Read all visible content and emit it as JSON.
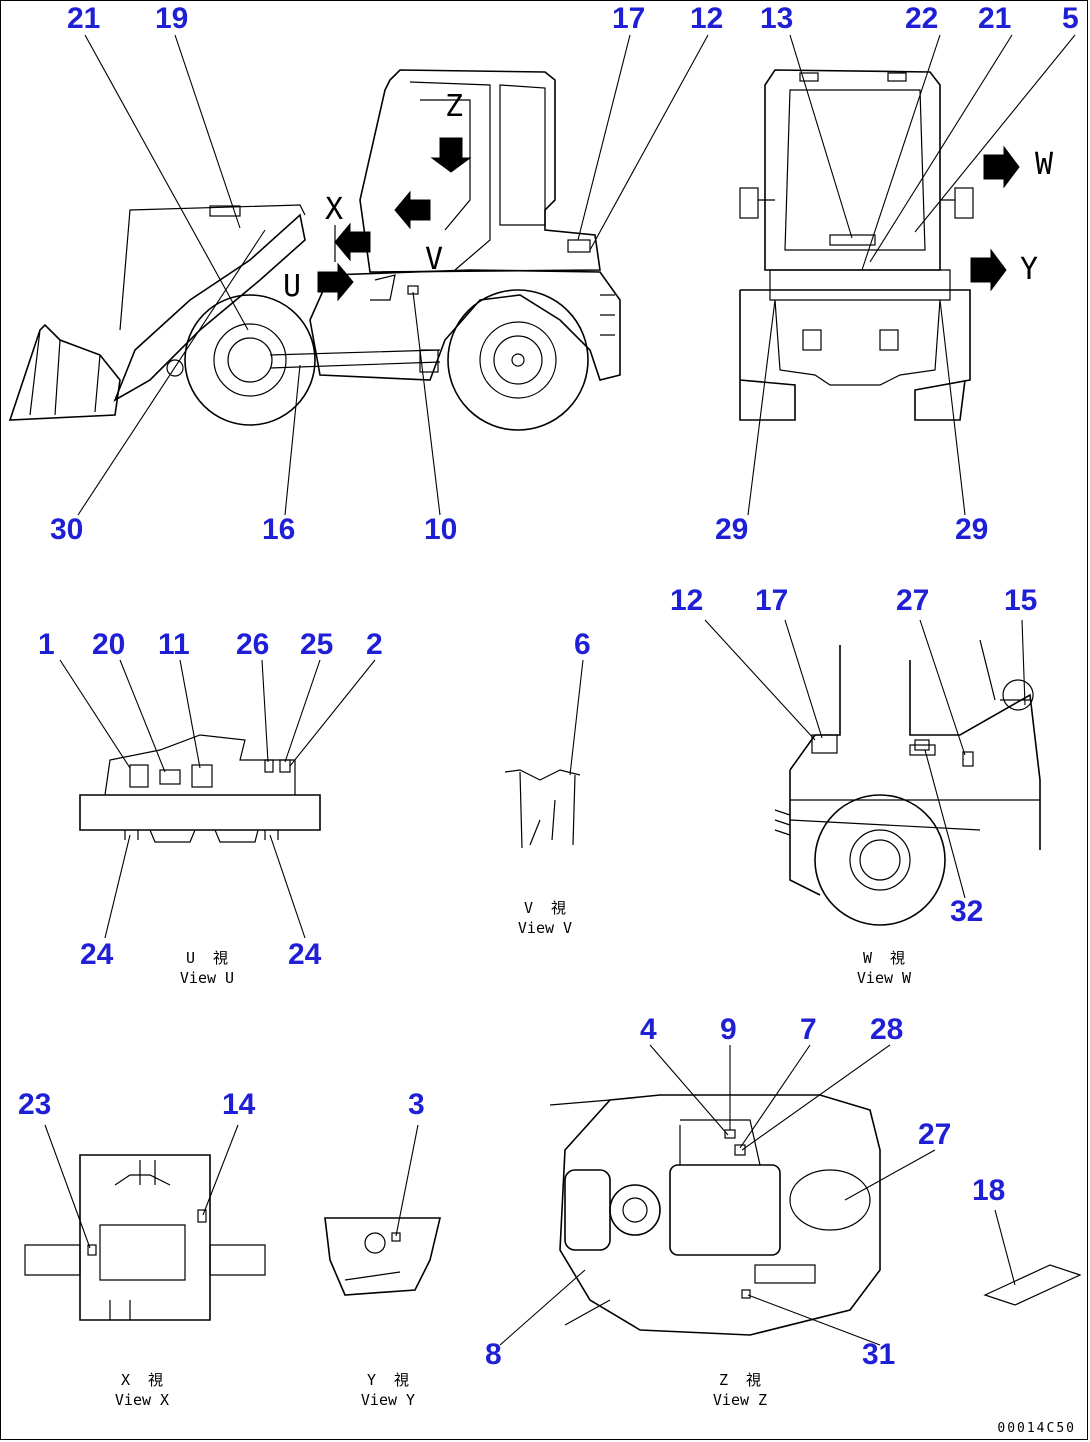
{
  "callouts": {
    "c21a": "21",
    "c19": "19",
    "c17a": "17",
    "c12a": "12",
    "c30": "30",
    "c16": "16",
    "c10": "10",
    "c13": "13",
    "c22": "22",
    "c21b": "21",
    "c5": "5",
    "c29a": "29",
    "c29b": "29",
    "c1": "1",
    "c20": "20",
    "c11": "11",
    "c26": "26",
    "c25": "25",
    "c2": "2",
    "c24a": "24",
    "c24b": "24",
    "c6": "6",
    "c12b": "12",
    "c17b": "17",
    "c27a": "27",
    "c15": "15",
    "c32": "32",
    "c23": "23",
    "c14": "14",
    "c3": "3",
    "c4": "4",
    "c9": "9",
    "c7": "7",
    "c28": "28",
    "c27b": "27",
    "c8": "8",
    "c31": "31",
    "c18": "18"
  },
  "view_letters": {
    "x": "X",
    "u": "U",
    "v": "V",
    "w": "W",
    "y": "Y",
    "z": "Z"
  },
  "captions": {
    "view_u": "U  視\nView U",
    "view_v": "V  視\nView V",
    "view_w": "W  視\nView W",
    "view_x": "X  視\nView X",
    "view_y": "Y  視\nView Y",
    "view_z": "Z  視\nView Z"
  },
  "drawing_code": "00014C50",
  "colors": {
    "callout": "#1f1fd6",
    "lines": "#000000",
    "background": "#ffffff"
  }
}
